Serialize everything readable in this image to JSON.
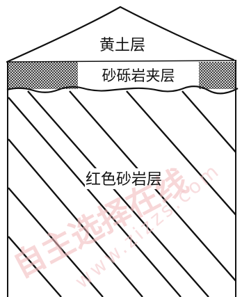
{
  "layers": {
    "top": {
      "label": "黄土层"
    },
    "middle": {
      "label": "砂砾岩夹层"
    },
    "bottom": {
      "label": "红色砂岩层"
    }
  },
  "watermark": {
    "text": "自主选择在线",
    "url": "www.zizzs.com",
    "color": "#f2b7ba"
  }
}
